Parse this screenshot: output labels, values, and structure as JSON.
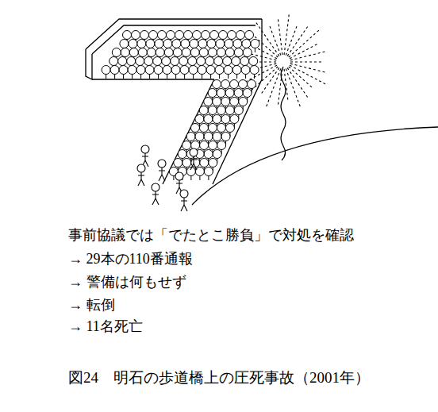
{
  "diagram": {
    "caption": "図24　明石の歩道橋上の圧死事故（2001年）",
    "labels": [
      "事前協議では「でたとこ勝負」で対処を確認",
      "→ 29本の110番通報",
      "→ 警備は何もせず",
      "→ 転倒",
      "→ 11名死亡"
    ]
  }
}
